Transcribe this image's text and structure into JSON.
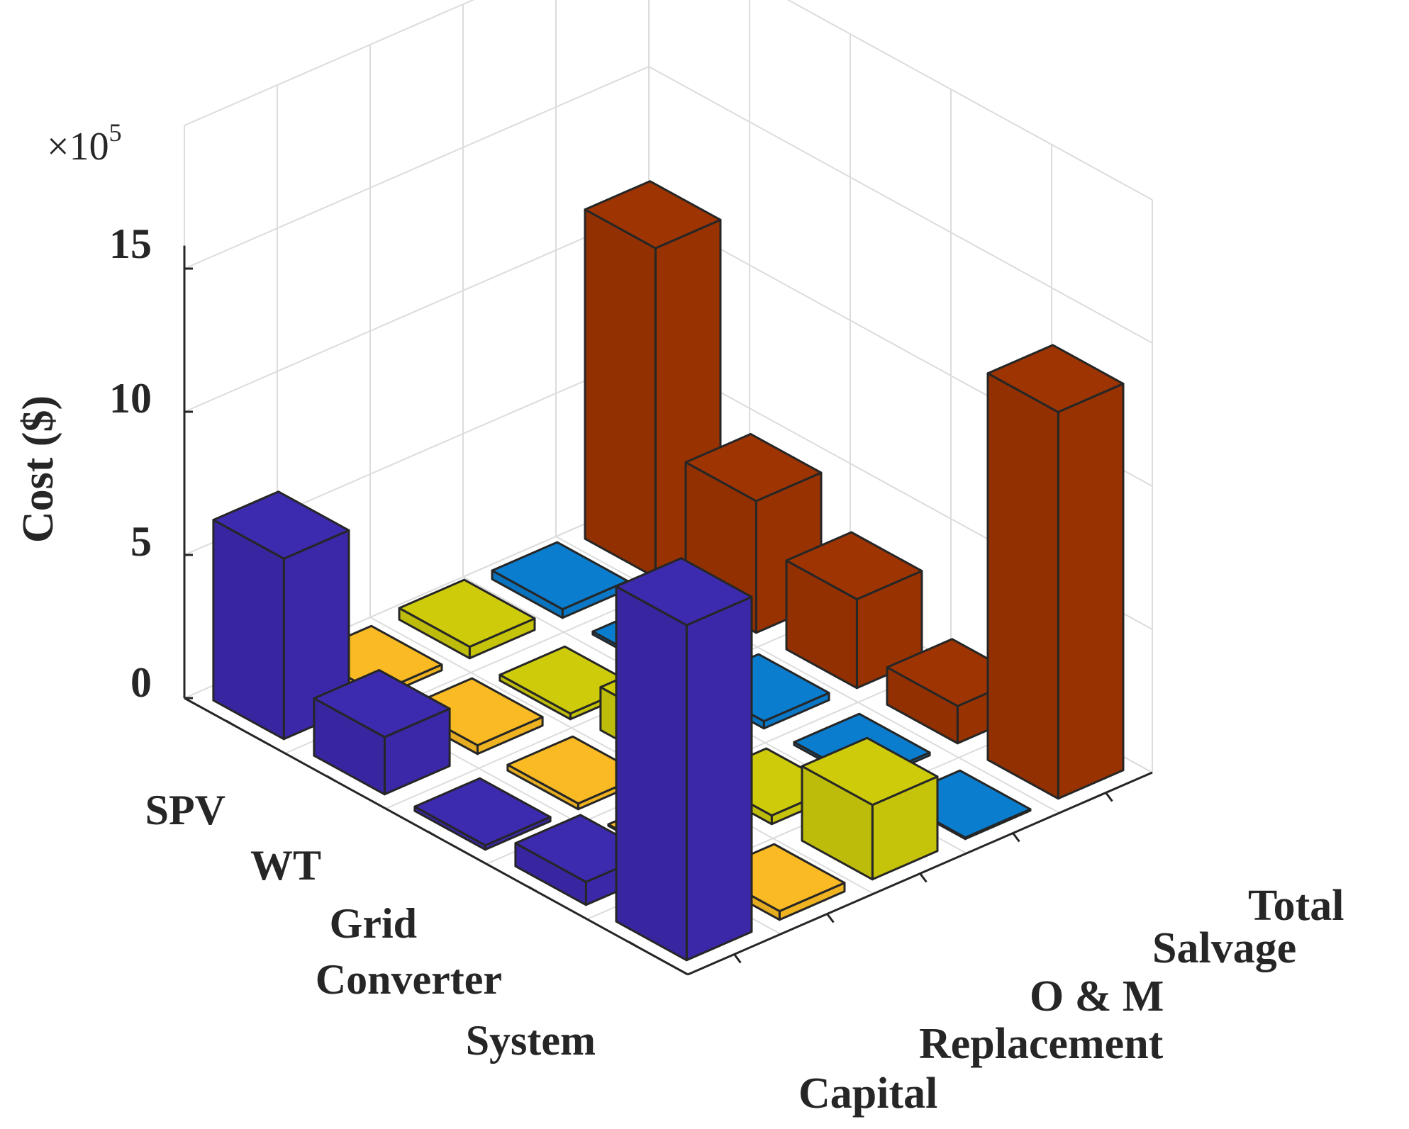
{
  "chart_data": {
    "type": "bar3d",
    "ylabel": "Cost ($)",
    "exponent_label": {
      "base": "×10",
      "power": "5"
    },
    "z_ticks": [
      "0",
      "5",
      "10",
      "15"
    ],
    "zlim": [
      0,
      15
    ],
    "components": [
      "SPV",
      "WT",
      "Grid",
      "Converter",
      "System"
    ],
    "cost_types": [
      "Capital",
      "Replacement",
      "O & M",
      "Salvage",
      "Total"
    ],
    "series": [
      {
        "name": "Capital",
        "color": "#3a28a8",
        "values": [
          6.3,
          2.0,
          0.15,
          0.8,
          11.7
        ]
      },
      {
        "name": "Replacement",
        "color": "#efb322",
        "values": [
          0.2,
          0.3,
          0.2,
          0.05,
          0.3
        ]
      },
      {
        "name": "O & M",
        "color": "#c6c40a",
        "values": [
          0.4,
          -0.2,
          1.5,
          0.3,
          2.6
        ]
      },
      {
        "name": "Salvage",
        "color": "#0a78c6",
        "values": [
          0.3,
          0.1,
          0.25,
          0.1,
          0.05
        ]
      },
      {
        "name": "Total",
        "color": "#983201",
        "values": [
          11.5,
          4.6,
          3.1,
          1.3,
          13.5
        ]
      }
    ],
    "grid": true
  }
}
